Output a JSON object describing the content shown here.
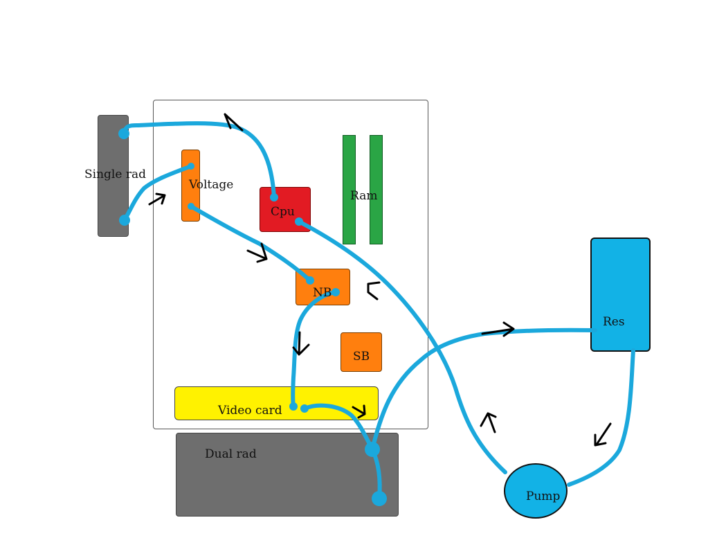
{
  "labels": {
    "single_rad": "Single rad",
    "voltage": "Voltage",
    "cpu": "Cpu",
    "ram": "Ram",
    "nb": "NB",
    "sb": "SB",
    "video_card": "Video card",
    "dual_rad": "Dual rad",
    "res": "Res",
    "pump": "Pump"
  },
  "colors": {
    "tube": "#1ba8dc",
    "radiator": "#6e6e6e",
    "voltage": "#ff7f0e",
    "cpu": "#e21b23",
    "ram": "#2aa545",
    "chipset": "#ff7f0e",
    "video_card": "#fff200",
    "reservoir": "#12b2e6",
    "pump": "#12b2e6",
    "arrows": "#000000"
  }
}
